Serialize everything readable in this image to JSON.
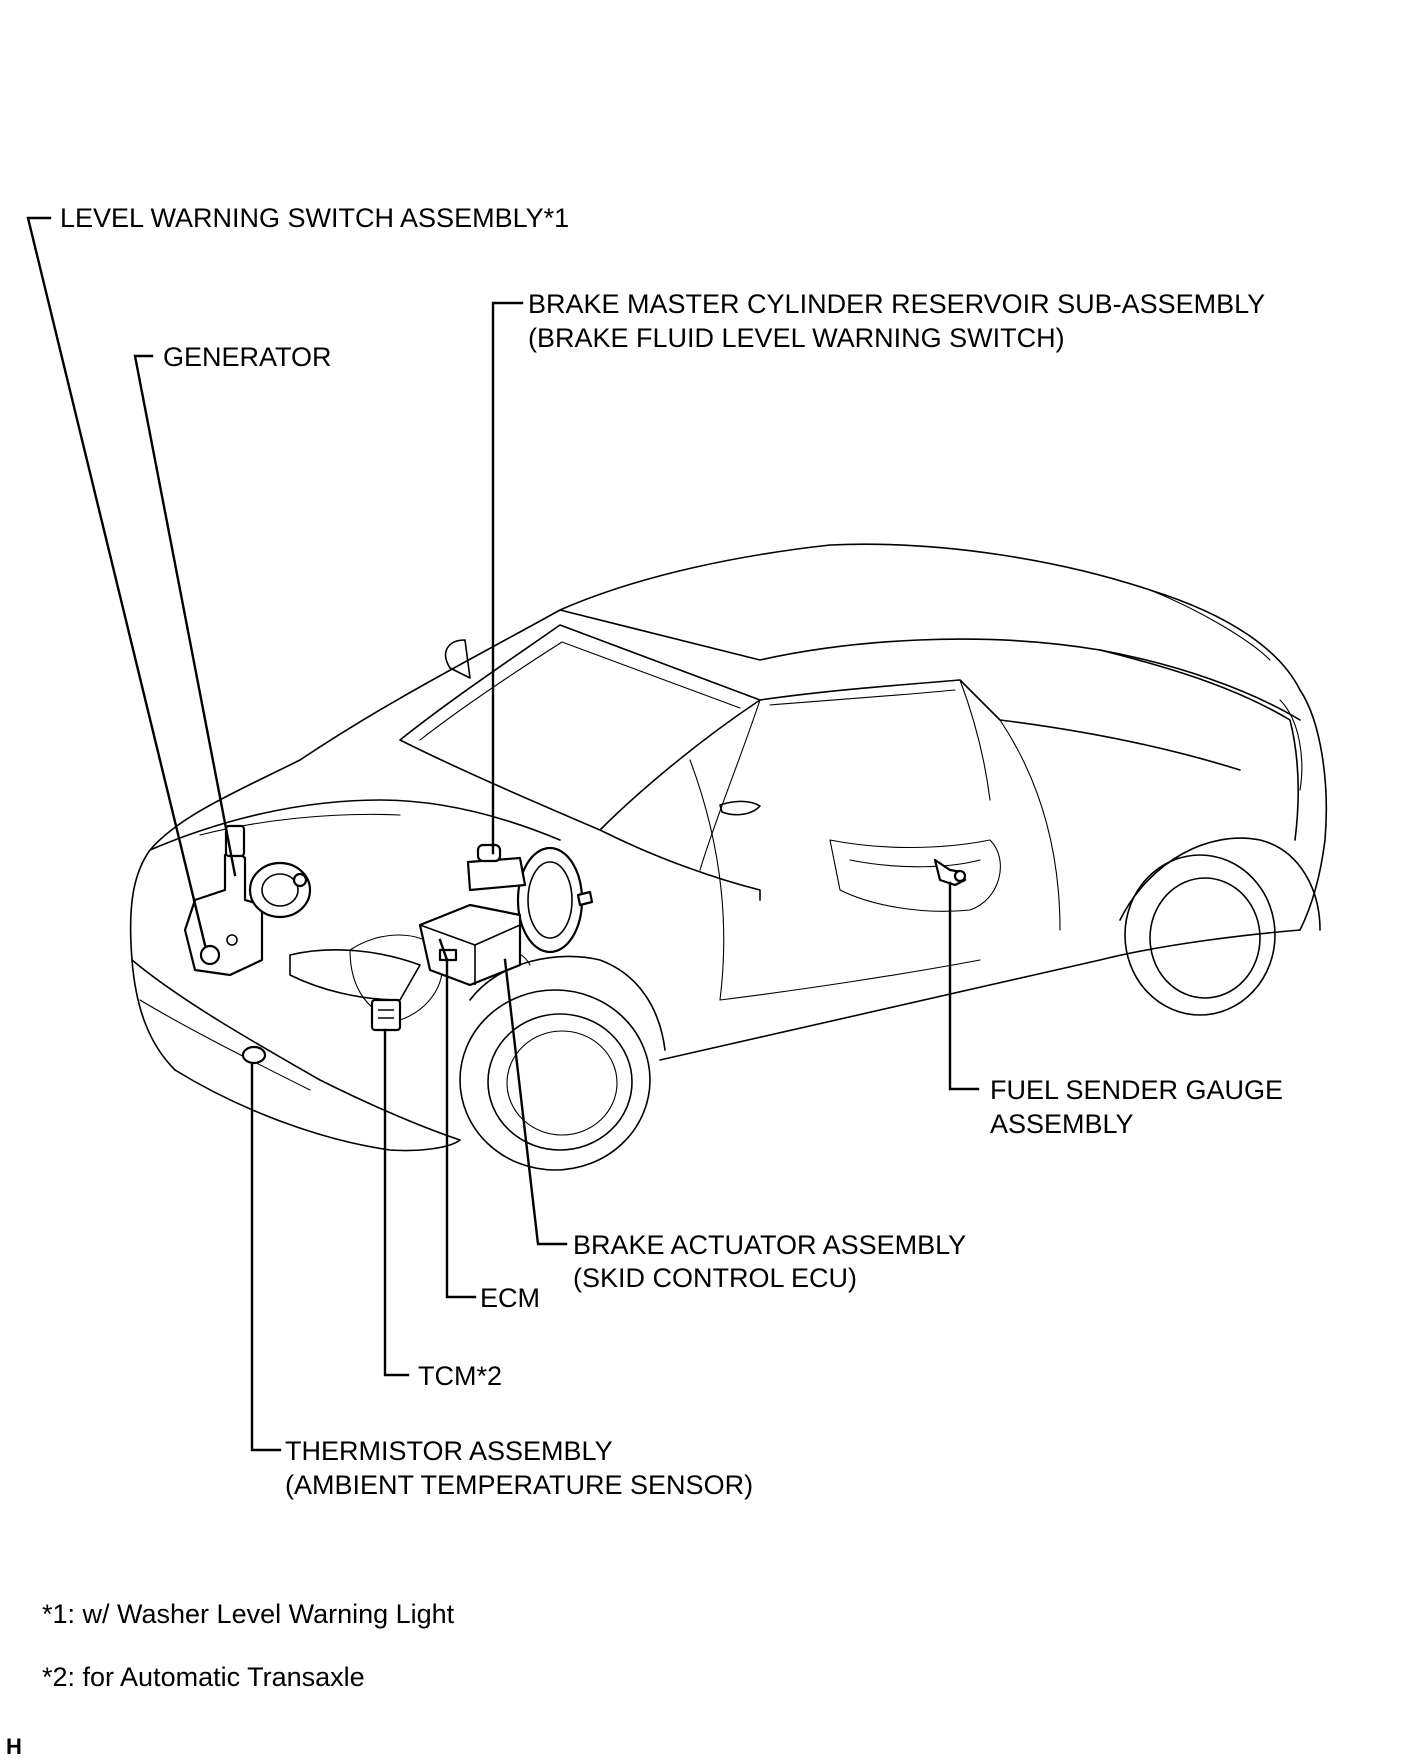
{
  "labels": {
    "level_warning_switch": "LEVEL WARNING SWITCH ASSEMBLY*1",
    "generator": "GENERATOR",
    "brake_master_line1": "BRAKE MASTER CYLINDER RESERVOIR SUB-ASSEMBLY",
    "brake_master_line2": "(BRAKE FLUID LEVEL WARNING SWITCH)",
    "fuel_sender_line1": "FUEL SENDER GAUGE",
    "fuel_sender_line2": "ASSEMBLY",
    "brake_actuator_line1": "BRAKE ACTUATOR ASSEMBLY",
    "brake_actuator_line2": "(SKID CONTROL ECU)",
    "ecm": "ECM",
    "tcm": "TCM*2",
    "thermistor_line1": "THERMISTOR ASSEMBLY",
    "thermistor_line2": "(AMBIENT TEMPERATURE SENSOR)"
  },
  "notes": {
    "note1": "*1: w/ Washer Level Warning Light",
    "note2": "*2: for Automatic Transaxle"
  },
  "corner_tag": "H"
}
